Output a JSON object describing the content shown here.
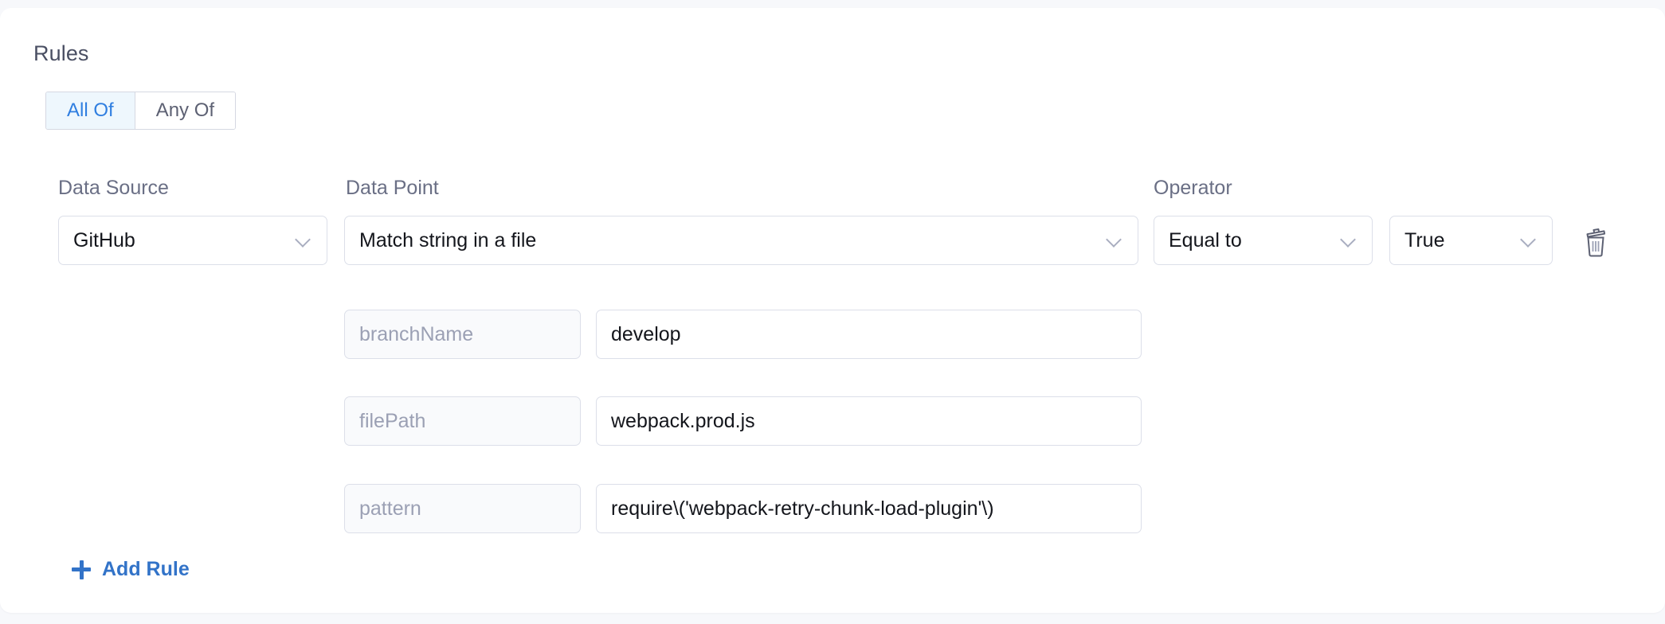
{
  "card": {
    "heading": "Rules"
  },
  "match_toggle": {
    "options": [
      {
        "label": "All Of",
        "active": true
      },
      {
        "label": "Any Of",
        "active": false
      }
    ]
  },
  "columns": {
    "data_source_label": "Data Source",
    "data_point_label": "Data Point",
    "operator_label": "Operator"
  },
  "rule": {
    "data_source": "GitHub",
    "data_point": "Match string in a file",
    "operator": "Equal to",
    "value": "True",
    "delete_icon": "trash-icon",
    "parameters": [
      {
        "name": "branchName",
        "value": "develop"
      },
      {
        "name": "filePath",
        "value": "webpack.prod.js"
      },
      {
        "name": "pattern",
        "value": "require\\('webpack-retry-chunk-load-plugin'\\)"
      }
    ]
  },
  "actions": {
    "add_rule_label": "Add Rule",
    "add_rule_icon": "plus-icon"
  },
  "colors": {
    "accent_blue": "#3273c8",
    "active_tab_bg": "#eef7fd",
    "active_tab_text": "#2f7ee0",
    "border": "#dcdfe9",
    "label_text": "#6a6f85",
    "placeholder_text": "#9ba0b4",
    "card_bg": "#ffffff",
    "page_bg": "#f7f8fb"
  }
}
